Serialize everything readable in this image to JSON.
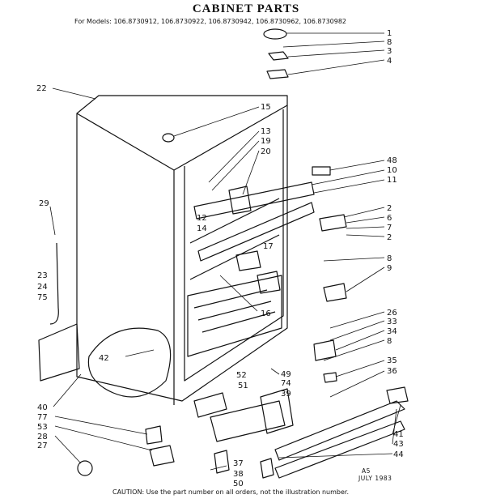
{
  "title": "CABINET PARTS",
  "models_text": "For Models: 106.8730912, 106.8730922, 106.8730942, 106.8730962, 106.8730982",
  "caution_text": "CAUTION: Use the part number on all orders, not the illustration number.",
  "stamp_code": "A5",
  "stamp_date": "JULY 1983",
  "callouts": [
    "1",
    "8",
    "3",
    "4",
    "22",
    "15",
    "13",
    "19",
    "20",
    "48",
    "10",
    "11",
    "29",
    "12",
    "14",
    "2",
    "6",
    "7",
    "2",
    "17",
    "8",
    "9",
    "23",
    "24",
    "75",
    "16",
    "26",
    "33",
    "34",
    "8",
    "42",
    "35",
    "36",
    "52",
    "49",
    "51",
    "74",
    "39",
    "40",
    "77",
    "53",
    "28",
    "27",
    "41",
    "44",
    "43",
    "37",
    "38",
    "50"
  ]
}
